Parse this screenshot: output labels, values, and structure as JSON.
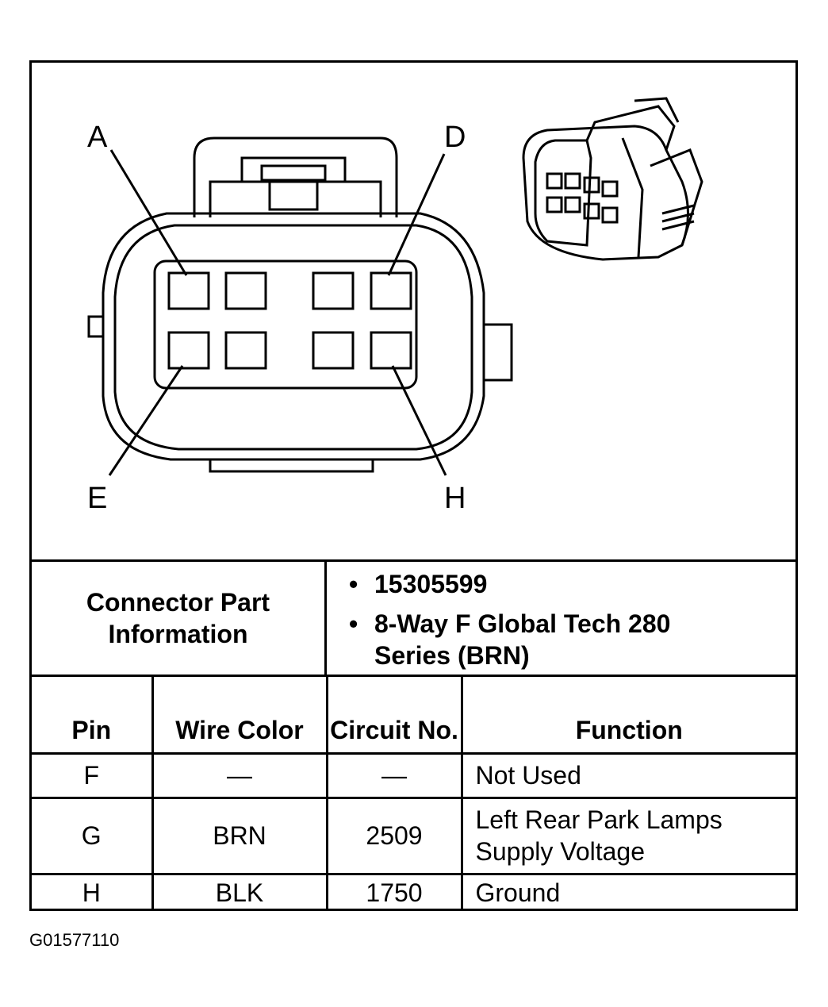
{
  "diagram": {
    "callouts": [
      "A",
      "D",
      "E",
      "H"
    ]
  },
  "connector_info": {
    "label": "Connector Part Information",
    "values": [
      "15305599",
      "8-Way F Global Tech 280 Series (BRN)"
    ]
  },
  "table": {
    "headers": [
      "Pin",
      "Wire Color",
      "Circuit No.",
      "Function"
    ],
    "rows": [
      [
        "F",
        "—",
        "—",
        "Not Used"
      ],
      [
        "G",
        "BRN",
        "2509",
        "Left Rear Park Lamps Supply Voltage"
      ],
      [
        "H",
        "BLK",
        "1750",
        "Ground"
      ]
    ]
  },
  "figure_id": "G01577110"
}
